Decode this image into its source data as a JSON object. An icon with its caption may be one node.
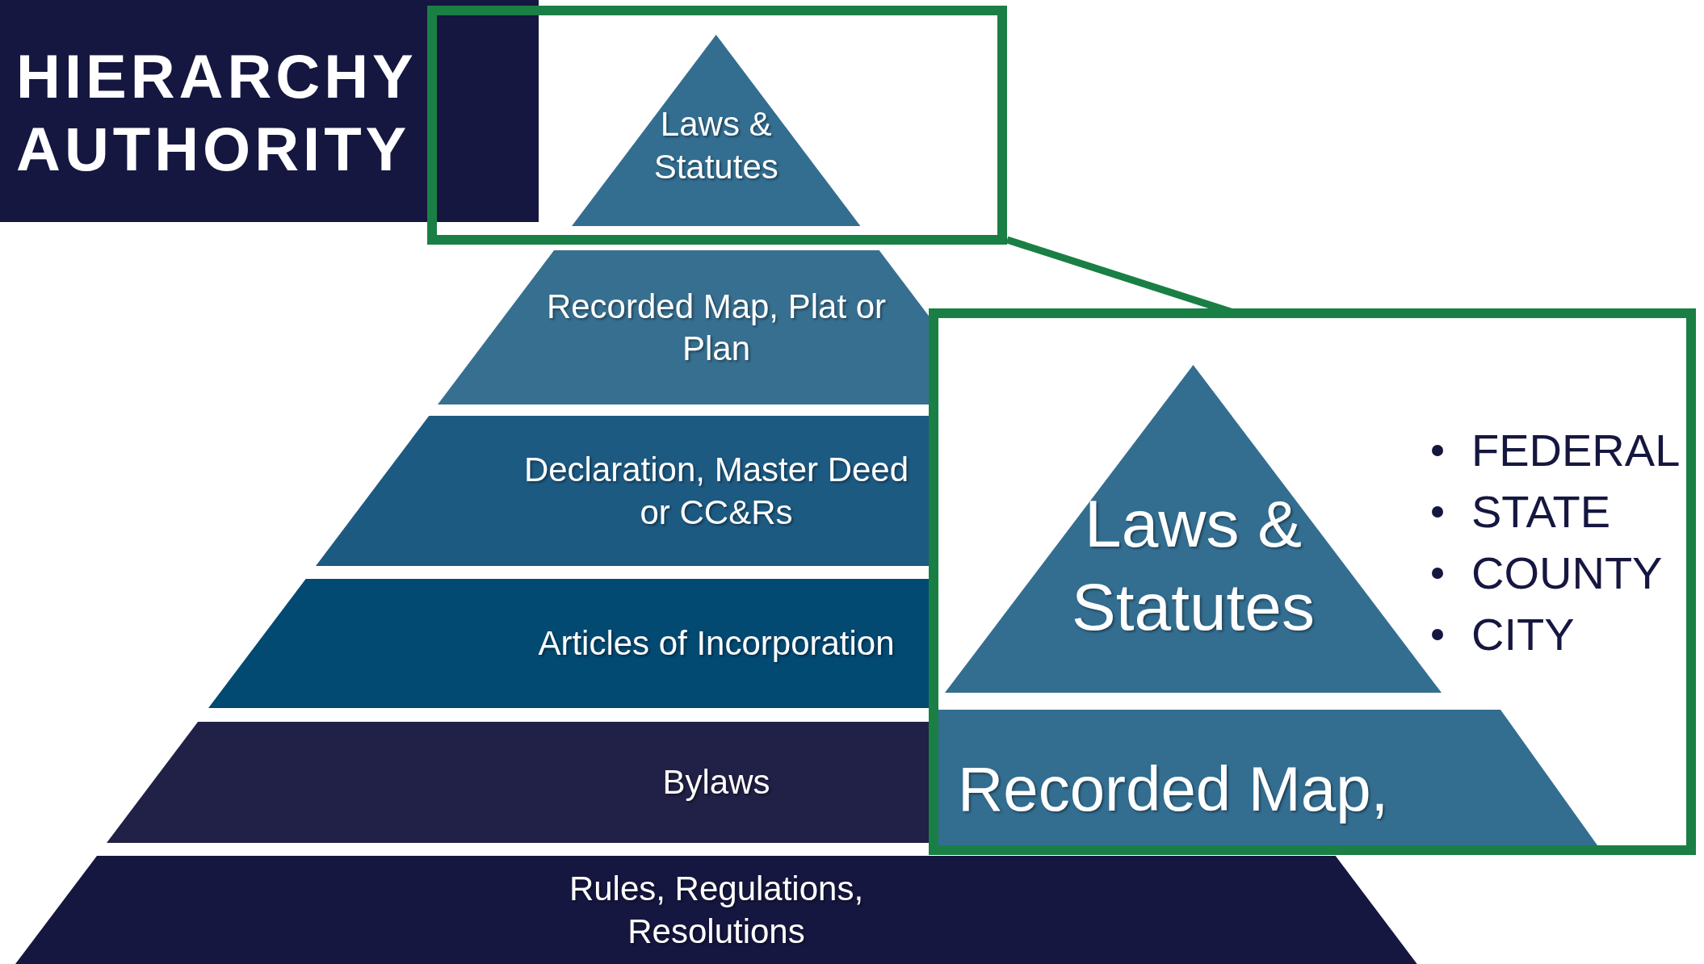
{
  "diagram": {
    "title": "HIERARCHY AUTHORITY",
    "nodes": [
      {
        "text": [],
        "shape": "box"
      },
      {
        "text": [
          "Laws & Statutes"
        ],
        "in": 0
      },
      {
        "text": [
          "Recorded Map, Plat or Plan"
        ]
      },
      {
        "text": [
          "Declaration, Master Deed or CC&Rs"
        ]
      },
      {
        "text": [
          "Articles of Incorporation"
        ]
      },
      {
        "text": [
          "Bylaws"
        ]
      },
      {
        "text": [
          "Rules, Regulations, Resolutions"
        ]
      },
      {
        "text": [],
        "shape": "box"
      },
      {
        "text": [
          "Laws & Statutes"
        ],
        "in": 7
      },
      {
        "text": [
          "Recorded Map,"
        ],
        "in": 7
      }
    ],
    "edges": [
      {
        "from": 0,
        "to": 7,
        "arrow": "none"
      }
    ],
    "labels": [
      "FEDERAL",
      "STATE",
      "COUNTY",
      "CITY"
    ]
  }
}
